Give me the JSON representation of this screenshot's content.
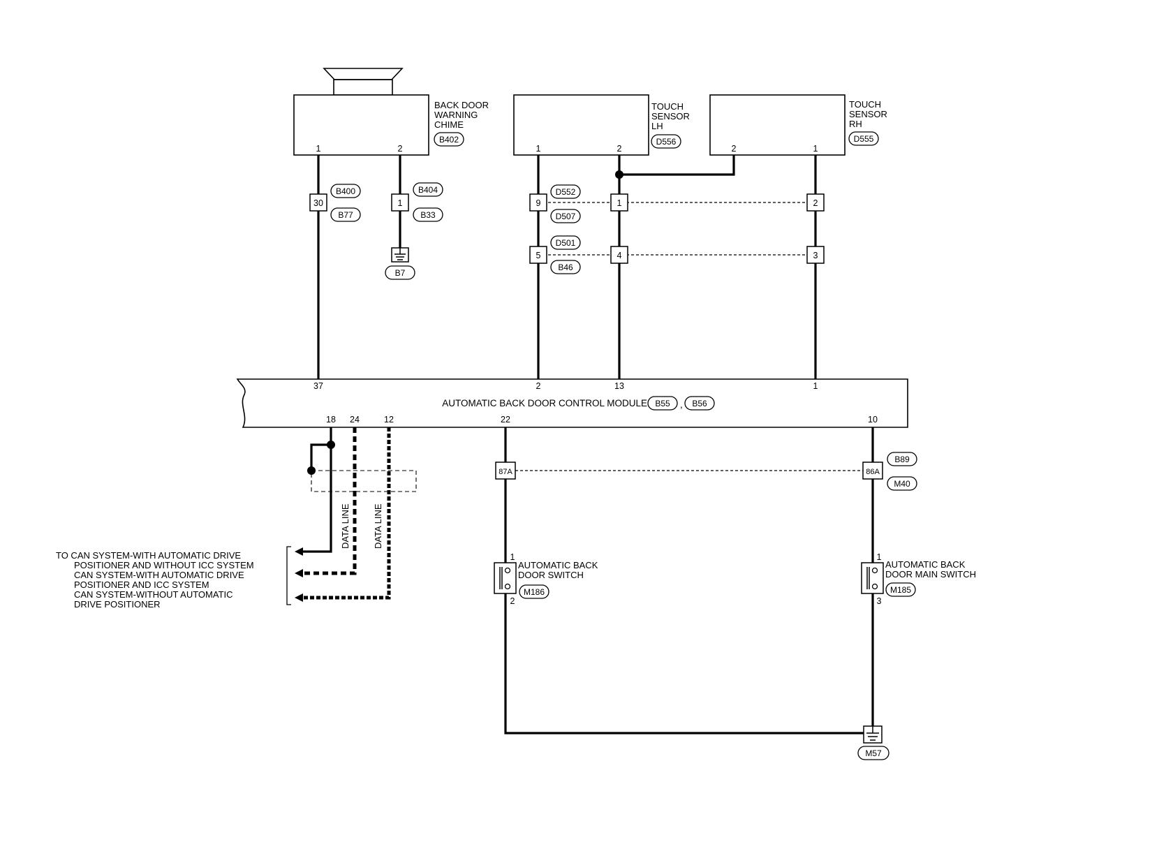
{
  "components": {
    "chime": {
      "name_lines": [
        "BACK DOOR",
        "WARNING",
        "CHIME"
      ],
      "connector": "B402",
      "pins": [
        "1",
        "2"
      ]
    },
    "touch_lh": {
      "name_lines": [
        "TOUCH",
        "SENSOR",
        "LH"
      ],
      "connector": "D556",
      "pins": [
        "1",
        "2"
      ]
    },
    "touch_rh": {
      "name_lines": [
        "TOUCH",
        "SENSOR",
        "RH"
      ],
      "connector": "D555",
      "pins": [
        "2",
        "1"
      ]
    },
    "module": {
      "name": "AUTOMATIC BACK DOOR CONTROL MODULE",
      "connectors": [
        "B55",
        "B56"
      ],
      "connector_separator": ",",
      "top_pins": [
        "37",
        "2",
        "13",
        "1"
      ],
      "bottom_pins": [
        "18",
        "24",
        "12",
        "22",
        "10"
      ]
    },
    "door_switch": {
      "name_lines": [
        "AUTOMATIC BACK",
        "DOOR SWITCH"
      ],
      "connector": "M186",
      "pins": [
        "1",
        "2"
      ]
    },
    "main_switch": {
      "name_lines": [
        "AUTOMATIC BACK",
        "DOOR MAIN SWITCH"
      ],
      "connector": "M185",
      "pins": [
        "1",
        "3"
      ]
    }
  },
  "junctions": {
    "b400_b77": {
      "pin": "30",
      "tags": [
        "B400",
        "B77"
      ]
    },
    "b404_b33": {
      "pin": "1",
      "tags": [
        "B404",
        "B33"
      ]
    },
    "d552_d507": {
      "pins": [
        "9",
        "1",
        "2"
      ],
      "tags": [
        "D552",
        "D507"
      ]
    },
    "d501_b46": {
      "pins": [
        "5",
        "4",
        "3"
      ],
      "tags": [
        "D501",
        "B46"
      ]
    },
    "b89_m40": {
      "pins": [
        "87A",
        "86A"
      ],
      "tags": [
        "B89",
        "M40"
      ]
    }
  },
  "grounds": [
    "B7",
    "M57"
  ],
  "data_line_label": "DATA LINE",
  "can_notes": [
    [
      "TO CAN SYSTEM-WITH AUTOMATIC DRIVE",
      "POSITIONER AND WITHOUT ICC SYSTEM"
    ],
    [
      "CAN SYSTEM-WITH AUTOMATIC DRIVE",
      "POSITIONER AND ICC SYSTEM"
    ],
    [
      "CAN SYSTEM-WITHOUT AUTOMATIC",
      "DRIVE POSITIONER"
    ]
  ]
}
